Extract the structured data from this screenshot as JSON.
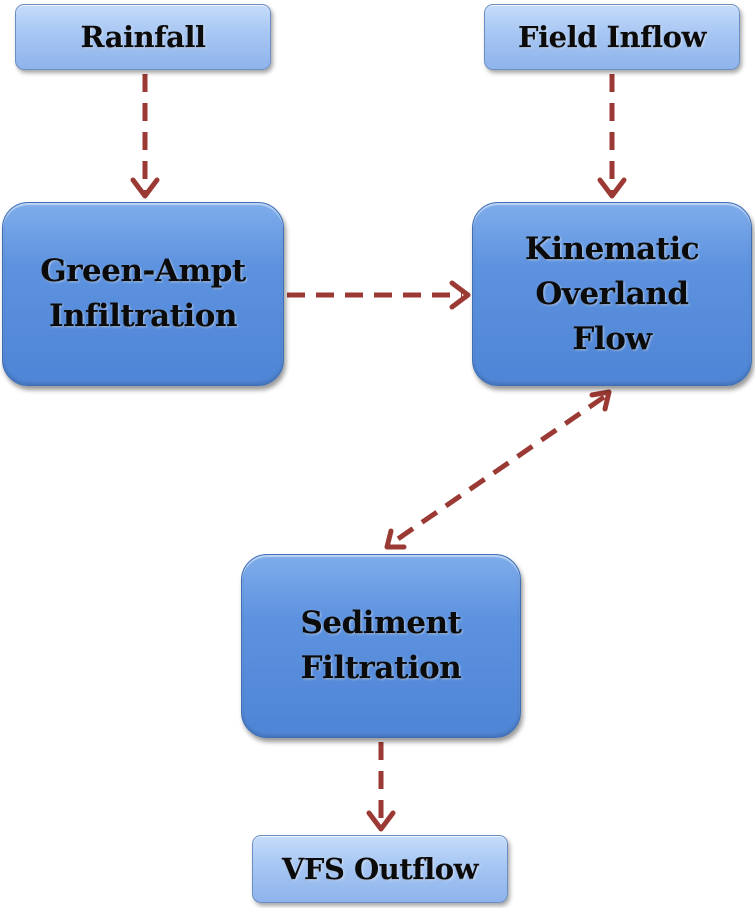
{
  "nodes": {
    "rainfall": {
      "label": "Rainfall"
    },
    "field_inflow": {
      "label": "Field Inflow"
    },
    "green_ampt": {
      "line1": "Green-Ampt",
      "line2": "Infiltration"
    },
    "kinematic": {
      "line1": "Kinematic",
      "line2": "Overland",
      "line3": "Flow"
    },
    "sediment": {
      "line1": "Sediment",
      "line2": "Filtration"
    },
    "vfs_outflow": {
      "label": "VFS Outflow"
    }
  },
  "edges": [
    {
      "from": "Rainfall",
      "to": "Green-Ampt Infiltration",
      "style": "dashed",
      "direction": "forward"
    },
    {
      "from": "Field Inflow",
      "to": "Kinematic Overland Flow",
      "style": "dashed",
      "direction": "forward"
    },
    {
      "from": "Green-Ampt Infiltration",
      "to": "Kinematic Overland Flow",
      "style": "dashed",
      "direction": "forward"
    },
    {
      "from": "Kinematic Overland Flow",
      "to": "Sediment Filtration",
      "style": "dashed",
      "direction": "both"
    },
    {
      "from": "Sediment Filtration",
      "to": "VFS Outflow",
      "style": "dashed",
      "direction": "forward"
    }
  ],
  "colors": {
    "arrow": "#9b3a34",
    "small_box": "#a6c6f3",
    "large_box": "#5d92df",
    "text": "#0b0b0b"
  }
}
